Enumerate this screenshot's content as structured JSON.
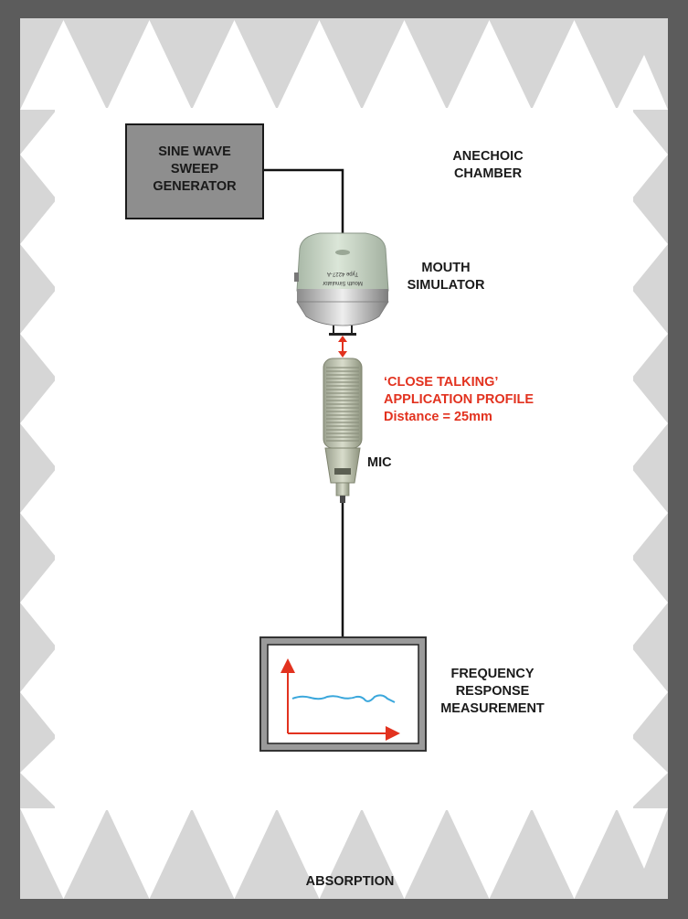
{
  "labels": {
    "generator": [
      "SINE WAVE",
      "SWEEP",
      "GENERATOR"
    ],
    "chamber": [
      "ANECHOIC",
      "CHAMBER"
    ],
    "mouth": [
      "MOUTH",
      "SIMULATOR"
    ],
    "profile": [
      "‘CLOSE TALKING’",
      "APPLICATION PROFILE",
      "Distance = 25mm"
    ],
    "mic": "MIC",
    "measurement": [
      "FREQUENCY",
      "RESPONSE",
      "MEASUREMENT"
    ],
    "absorption": "ABSORPTION"
  },
  "device_markings": {
    "mouth_simulator": [
      "Mouth Simulator",
      "Type 4227-A"
    ]
  },
  "colors": {
    "wall": "#5c5c5c",
    "wedge": "#d6d6d6",
    "chamber_bg": "#ffffff",
    "generator_box": "#8e8e8e",
    "profile_text": "#e2321f",
    "response_curve": "#3aa7dc",
    "axes": "#e2321f",
    "mouth_simulator_body": "#c9d6c6",
    "mic_body": "#c4c9b6"
  },
  "icons": {
    "mouth_simulator": "mouth-simulator-device",
    "microphone": "dynamic-microphone",
    "distance_arrow": "double-headed-arrow",
    "display": "monitor-with-graph"
  }
}
